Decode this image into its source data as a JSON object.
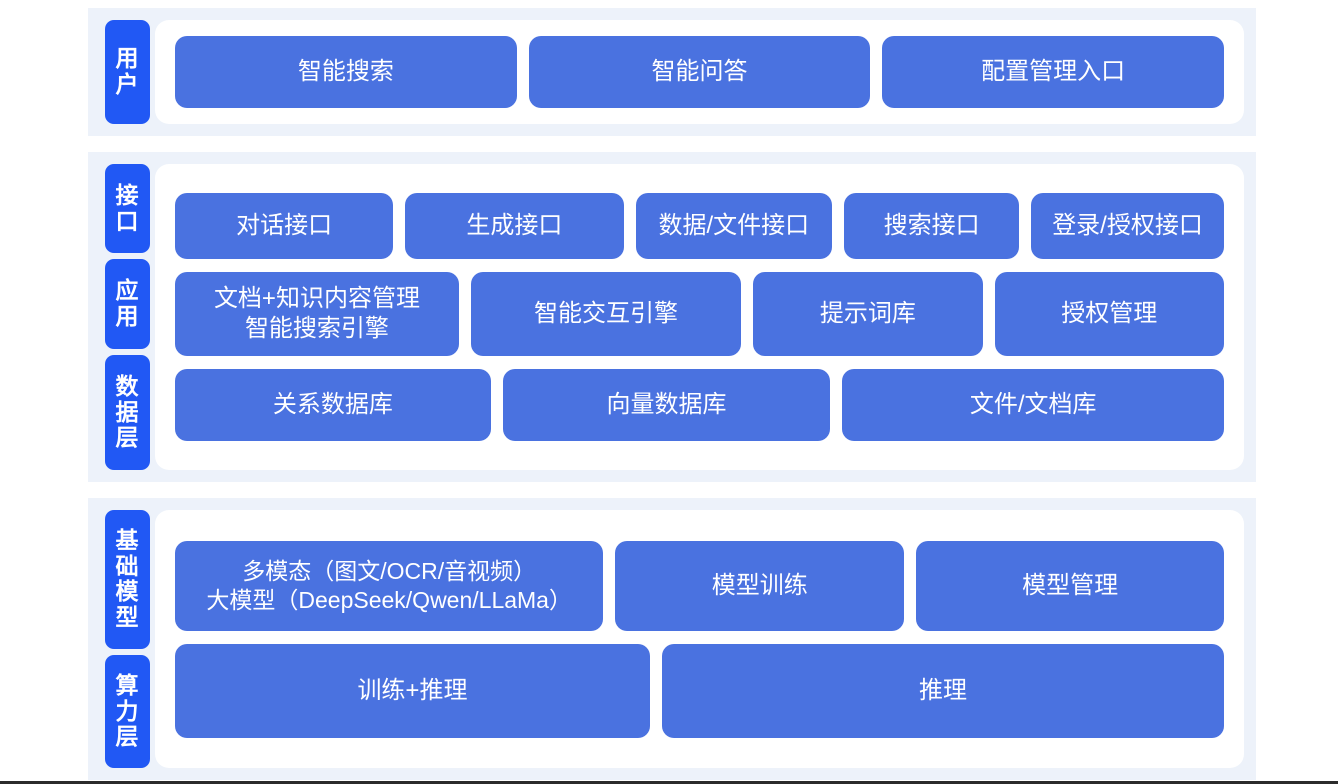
{
  "colors": {
    "tab_blue": "#2158f4",
    "cell_blue": "#4a72e0",
    "band_bg": "#edf2fa",
    "panel_bg": "#ffffff",
    "page_bg": "#ffffff",
    "cell_text": "#ffffff"
  },
  "sections": [
    {
      "id": "user",
      "tabs": [
        "用户"
      ],
      "rows": [
        {
          "id": "user-apps",
          "cells": [
            "智能搜索",
            "智能问答",
            "配置管理入口"
          ]
        }
      ]
    },
    {
      "id": "core",
      "tabs": [
        "接口",
        "应用",
        "数据层"
      ],
      "rows": [
        {
          "id": "interface",
          "cells": [
            "对话接口",
            "生成接口",
            "数据/文件接口",
            "搜索接口",
            "登录/授权接口"
          ]
        },
        {
          "id": "application",
          "cells": [
            "文档+知识内容管理\n智能搜索引擎",
            "智能交互引擎",
            "提示词库",
            "授权管理"
          ]
        },
        {
          "id": "data",
          "cells": [
            "关系数据库",
            "向量数据库",
            "文件/文档库"
          ]
        }
      ]
    },
    {
      "id": "base",
      "tabs": [
        "基础模型",
        "算力层"
      ],
      "rows": [
        {
          "id": "model",
          "cells": [
            "多模态（图文/OCR/音视频）\n大模型（DeepSeek/Qwen/LLaMa）",
            "模型训练",
            "模型管理"
          ]
        },
        {
          "id": "compute",
          "cells": [
            "训练+推理",
            "推理"
          ]
        }
      ]
    }
  ],
  "labels": {
    "user_tab": "用户",
    "interface_tab": "接口",
    "application_tab": "应用",
    "data_tab": "数据层",
    "base_model_tab": "基础模型",
    "compute_tab": "算力层",
    "user_cell_1": "智能搜索",
    "user_cell_2": "智能问答",
    "user_cell_3": "配置管理入口",
    "if_cell_1": "对话接口",
    "if_cell_2": "生成接口",
    "if_cell_3": "数据/文件接口",
    "if_cell_4": "搜索接口",
    "if_cell_5": "登录/授权接口",
    "app_cell_1": "文档+知识内容管理\n智能搜索引擎",
    "app_cell_2": "智能交互引擎",
    "app_cell_3": "提示词库",
    "app_cell_4": "授权管理",
    "data_cell_1": "关系数据库",
    "data_cell_2": "向量数据库",
    "data_cell_3": "文件/文档库",
    "model_cell_1": "多模态（图文/OCR/音视频）\n大模型（DeepSeek/Qwen/LLaMa）",
    "model_cell_2": "模型训练",
    "model_cell_3": "模型管理",
    "compute_cell_1": "训练+推理",
    "compute_cell_2": "推理"
  }
}
